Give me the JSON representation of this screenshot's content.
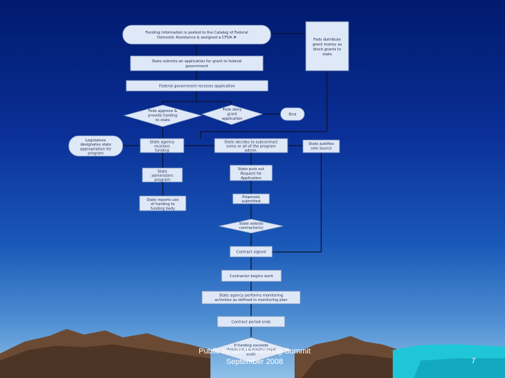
{
  "nodes": {
    "funding_posted": [
      "Funding information is posted to the Catalog of Federal",
      "Domestic Assistance & assigned a CFDA #"
    ],
    "feds_distribute": [
      "Feds distribute",
      "grant money as",
      "block grants to",
      "state"
    ],
    "state_submits": [
      "State submits an application for grant to federal",
      "government"
    ],
    "federal_receives": [
      "Federal government receives application"
    ],
    "feds_approve": [
      "Feds approve &",
      "provide funding",
      "to state"
    ],
    "feds_deny": [
      "Feds deny",
      "grant",
      "application"
    ],
    "end": [
      "End"
    ],
    "legislature": [
      "Legislature",
      "designates state",
      "appropriation for",
      "program"
    ],
    "state_agency_receives": [
      "State agency",
      "receives",
      "funding"
    ],
    "state_decides_subcontract": [
      "State decides to subcontract",
      "some or all of the program",
      "admin."
    ],
    "state_justifies": [
      "State justifies",
      "sole source"
    ],
    "state_administers": [
      "State",
      "administers",
      "program"
    ],
    "state_rfa": [
      "State puts out",
      "Request for",
      "Application"
    ],
    "state_reports": [
      "State reports use",
      "of funding to",
      "funding body"
    ],
    "proposals_submitted": [
      "Proposals",
      "submitted"
    ],
    "state_selects": [
      "State selects",
      "contractor(s)"
    ],
    "contract_signed": [
      "Contract signed"
    ],
    "contractor_begins": [
      "Contractor begins work"
    ],
    "state_monitoring": [
      "State agency performs monitoring",
      "activities as defined in monitoring plan"
    ],
    "contract_period_ends": [
      "Contract period ends"
    ],
    "funding_exceeds": [
      "If funding exceeds",
      "threshold, contractor must",
      "audit"
    ]
  },
  "footer": {
    "line1": "Public Health Monitoring Summit",
    "line2": "September 2008",
    "page_number": "7"
  },
  "colors": {
    "background_top": "#001a6e",
    "background_bottom": "#8fc0e8",
    "node_fill": "#dfe8f6",
    "connector": "#0b1330"
  }
}
